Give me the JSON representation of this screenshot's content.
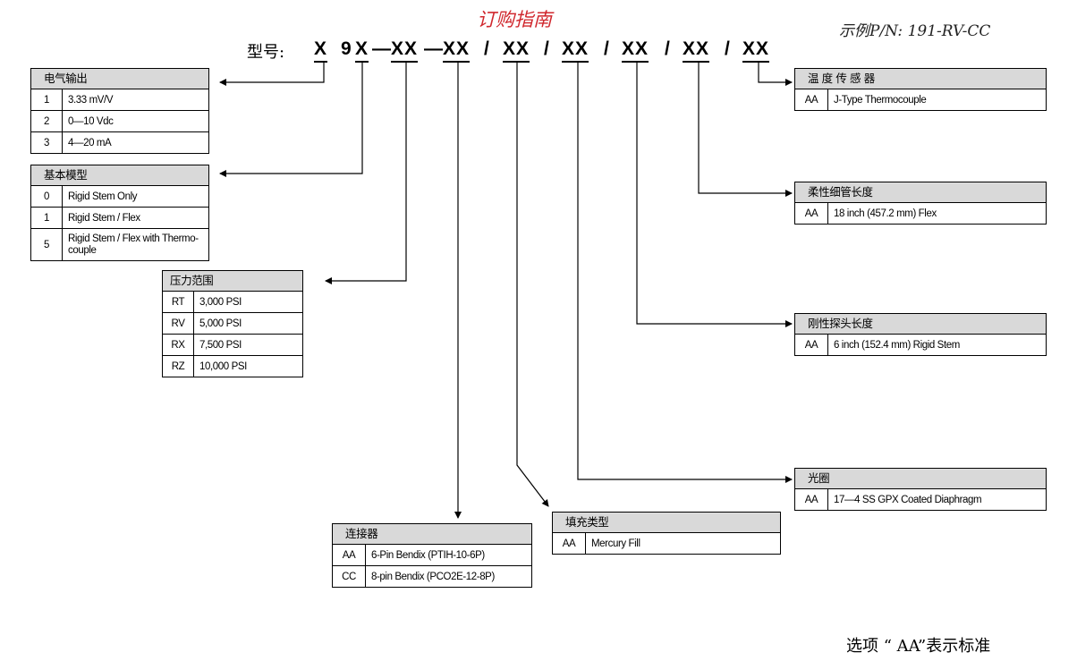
{
  "title": "订购指南",
  "example": "示例P/N: 191-RV-CC",
  "model": {
    "label": "型号:",
    "tokens": [
      "X",
      "9",
      "X",
      "—",
      "XX",
      "—",
      "XX",
      "/",
      "XX",
      "/",
      "XX",
      "/",
      "XX",
      "/",
      "XX",
      "/",
      "XX"
    ]
  },
  "tables": {
    "electrical_output": {
      "header": "电气输出",
      "rows": [
        [
          "1",
          "3.33 mV/V"
        ],
        [
          "2",
          "0—10 Vdc"
        ],
        [
          "3",
          "4—20 mA"
        ]
      ]
    },
    "basic_model": {
      "header": "基本模型",
      "rows": [
        [
          "0",
          "Rigid Stem Only"
        ],
        [
          "1",
          "Rigid Stem / Flex"
        ],
        [
          "5",
          "Rigid Stem / Flex with Thermo-couple"
        ]
      ]
    },
    "pressure_range": {
      "header": "压力范围",
      "rows": [
        [
          "RT",
          "3,000 PSI"
        ],
        [
          "RV",
          "5,000 PSI"
        ],
        [
          "RX",
          "7,500 PSI"
        ],
        [
          "RZ",
          "10,000 PSI"
        ]
      ]
    },
    "connector": {
      "header": "连接器",
      "rows": [
        [
          "AA",
          "6-Pin Bendix (PTIH-10-6P)"
        ],
        [
          "CC",
          "8-pin Bendix (PCO2E-12-8P)"
        ]
      ]
    },
    "fill_type": {
      "header": "填充类型",
      "rows": [
        [
          "AA",
          "Mercury Fill"
        ]
      ]
    },
    "temperature_sensor": {
      "header": "温 度 传 感 器",
      "rows": [
        [
          "AA",
          "J-Type Thermocouple"
        ]
      ]
    },
    "flex_length": {
      "header": "柔性细管长度",
      "rows": [
        [
          "AA",
          "18 inch (457.2 mm) Flex"
        ]
      ]
    },
    "rigid_length": {
      "header": "刚性探头长度",
      "rows": [
        [
          "AA",
          "6 inch (152.4 mm) Rigid Stem"
        ]
      ]
    },
    "aperture": {
      "header": "光圈",
      "rows": [
        [
          "AA",
          "17—4 SS GPX Coated Diaphragm"
        ]
      ]
    }
  },
  "footer": "选项 “ AA”表示标准"
}
